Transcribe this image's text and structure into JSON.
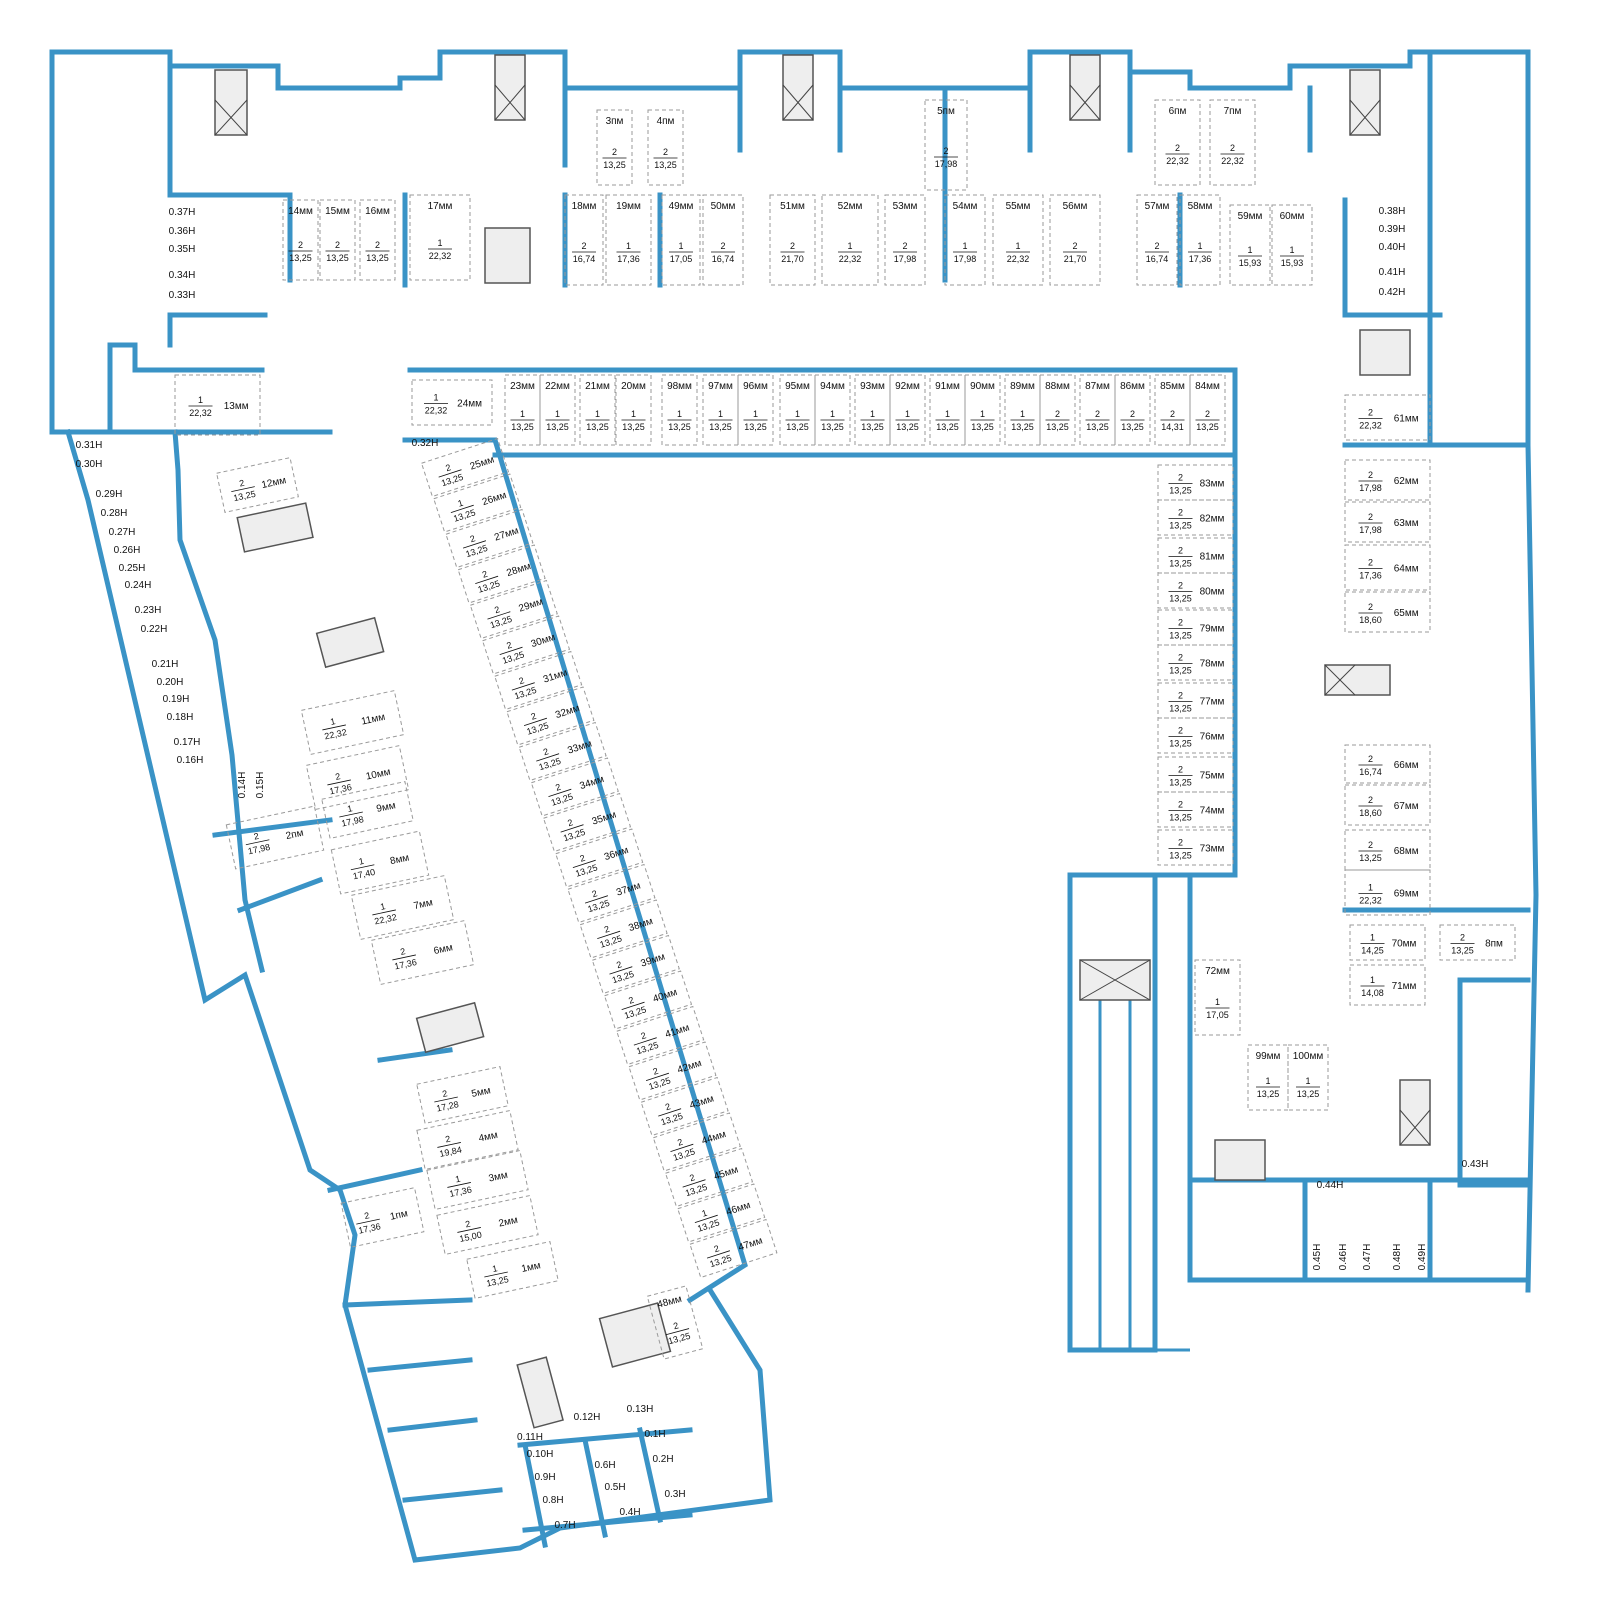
{
  "colors": {
    "wall": "#3a93c6",
    "stall_outline": "#9a9a9a",
    "text": "#111111"
  },
  "parking_spaces": [
    {
      "id": "3пм",
      "floor": "2",
      "area": "13,25"
    },
    {
      "id": "4пм",
      "floor": "2",
      "area": "13,25"
    },
    {
      "id": "5пм",
      "floor": "2",
      "area": "17,98"
    },
    {
      "id": "6пм",
      "floor": "2",
      "area": "22,32"
    },
    {
      "id": "7пм",
      "floor": "2",
      "area": "22,32"
    },
    {
      "id": "14мм",
      "floor": "2",
      "area": "13,25"
    },
    {
      "id": "15мм",
      "floor": "2",
      "area": "13,25"
    },
    {
      "id": "16мм",
      "floor": "2",
      "area": "13,25"
    },
    {
      "id": "17мм",
      "floor": "1",
      "area": "22,32"
    },
    {
      "id": "18мм",
      "floor": "2",
      "area": "16,74"
    },
    {
      "id": "19мм",
      "floor": "1",
      "area": "17,36"
    },
    {
      "id": "49мм",
      "floor": "1",
      "area": "17,05"
    },
    {
      "id": "50мм",
      "floor": "2",
      "area": "16,74"
    },
    {
      "id": "51мм",
      "floor": "2",
      "area": "21,70"
    },
    {
      "id": "52мм",
      "floor": "1",
      "area": "22,32"
    },
    {
      "id": "53мм",
      "floor": "2",
      "area": "17,98"
    },
    {
      "id": "54мм",
      "floor": "1",
      "area": "17,98"
    },
    {
      "id": "55мм",
      "floor": "1",
      "area": "22,32"
    },
    {
      "id": "56мм",
      "floor": "2",
      "area": "21,70"
    },
    {
      "id": "57мм",
      "floor": "2",
      "area": "16,74"
    },
    {
      "id": "58мм",
      "floor": "1",
      "area": "17,36"
    },
    {
      "id": "59мм",
      "floor": "1",
      "area": "15,93"
    },
    {
      "id": "60мм",
      "floor": "1",
      "area": "15,93"
    },
    {
      "id": "13мм",
      "floor": "1",
      "area": "22,32"
    },
    {
      "id": "24мм",
      "floor": "1",
      "area": "22,32"
    },
    {
      "id": "23мм",
      "floor": "1",
      "area": "13,25"
    },
    {
      "id": "22мм",
      "floor": "1",
      "area": "13,25"
    },
    {
      "id": "21мм",
      "floor": "1",
      "area": "13,25"
    },
    {
      "id": "20мм",
      "floor": "1",
      "area": "13,25"
    },
    {
      "id": "98мм",
      "floor": "1",
      "area": "13,25"
    },
    {
      "id": "97мм",
      "floor": "1",
      "area": "13,25"
    },
    {
      "id": "96мм",
      "floor": "1",
      "area": "13,25"
    },
    {
      "id": "95мм",
      "floor": "1",
      "area": "13,25"
    },
    {
      "id": "94мм",
      "floor": "1",
      "area": "13,25"
    },
    {
      "id": "93мм",
      "floor": "1",
      "area": "13,25"
    },
    {
      "id": "92мм",
      "floor": "1",
      "area": "13,25"
    },
    {
      "id": "91мм",
      "floor": "1",
      "area": "13,25"
    },
    {
      "id": "90мм",
      "floor": "1",
      "area": "13,25"
    },
    {
      "id": "89мм",
      "floor": "1",
      "area": "13,25"
    },
    {
      "id": "88мм",
      "floor": "2",
      "area": "13,25"
    },
    {
      "id": "87мм",
      "floor": "2",
      "area": "13,25"
    },
    {
      "id": "86мм",
      "floor": "2",
      "area": "13,25"
    },
    {
      "id": "85мм",
      "floor": "2",
      "area": "14,31"
    },
    {
      "id": "84мм",
      "floor": "2",
      "area": "13,25"
    },
    {
      "id": "61мм",
      "floor": "2",
      "area": "22,32"
    },
    {
      "id": "62мм",
      "floor": "2",
      "area": "17,98"
    },
    {
      "id": "63мм",
      "floor": "2",
      "area": "17,98"
    },
    {
      "id": "64мм",
      "floor": "2",
      "area": "17,36"
    },
    {
      "id": "65мм",
      "floor": "2",
      "area": "18,60"
    },
    {
      "id": "66мм",
      "floor": "2",
      "area": "16,74"
    },
    {
      "id": "67мм",
      "floor": "2",
      "area": "18,60"
    },
    {
      "id": "68мм",
      "floor": "2",
      "area": "13,25"
    },
    {
      "id": "69мм",
      "floor": "1",
      "area": "22,32"
    },
    {
      "id": "70мм",
      "floor": "1",
      "area": "14,25"
    },
    {
      "id": "8пм",
      "floor": "2",
      "area": "13,25"
    },
    {
      "id": "71мм",
      "floor": "1",
      "area": "14,08"
    },
    {
      "id": "72мм",
      "floor": "1",
      "area": "17,05"
    },
    {
      "id": "99мм",
      "floor": "1",
      "area": "13,25"
    },
    {
      "id": "100мм",
      "floor": "1",
      "area": "13,25"
    },
    {
      "id": "83мм",
      "floor": "2",
      "area": "13,25"
    },
    {
      "id": "82мм",
      "floor": "2",
      "area": "13,25"
    },
    {
      "id": "81мм",
      "floor": "2",
      "area": "13,25"
    },
    {
      "id": "80мм",
      "floor": "2",
      "area": "13,25"
    },
    {
      "id": "79мм",
      "floor": "2",
      "area": "13,25"
    },
    {
      "id": "78мм",
      "floor": "2",
      "area": "13,25"
    },
    {
      "id": "77мм",
      "floor": "2",
      "area": "13,25"
    },
    {
      "id": "76мм",
      "floor": "2",
      "area": "13,25"
    },
    {
      "id": "75мм",
      "floor": "2",
      "area": "13,25"
    },
    {
      "id": "74мм",
      "floor": "2",
      "area": "13,25"
    },
    {
      "id": "73мм",
      "floor": "2",
      "area": "13,25"
    },
    {
      "id": "12мм",
      "floor": "2",
      "area": "13,25"
    },
    {
      "id": "11мм",
      "floor": "1",
      "area": "22,32"
    },
    {
      "id": "10мм",
      "floor": "2",
      "area": "17,36"
    },
    {
      "id": "9мм",
      "floor": "1",
      "area": "17,98"
    },
    {
      "id": "2пм",
      "floor": "2",
      "area": "17,98"
    },
    {
      "id": "8мм",
      "floor": "1",
      "area": "17,40"
    },
    {
      "id": "7мм",
      "floor": "1",
      "area": "22,32"
    },
    {
      "id": "6мм",
      "floor": "2",
      "area": "17,36"
    },
    {
      "id": "5мм",
      "floor": "2",
      "area": "17,28"
    },
    {
      "id": "4мм",
      "floor": "2",
      "area": "19,84"
    },
    {
      "id": "3мм",
      "floor": "1",
      "area": "17,36"
    },
    {
      "id": "1пм",
      "floor": "2",
      "area": "17,36"
    },
    {
      "id": "2мм",
      "floor": "2",
      "area": "15,00"
    },
    {
      "id": "1мм",
      "floor": "1",
      "area": "13,25"
    },
    {
      "id": "25мм",
      "floor": "2",
      "area": "13,25"
    },
    {
      "id": "26мм",
      "floor": "1",
      "area": "13,25"
    },
    {
      "id": "27мм",
      "floor": "2",
      "area": "13,25"
    },
    {
      "id": "28мм",
      "floor": "2",
      "area": "13,25"
    },
    {
      "id": "29мм",
      "floor": "2",
      "area": "13,25"
    },
    {
      "id": "30мм",
      "floor": "2",
      "area": "13,25"
    },
    {
      "id": "31мм",
      "floor": "2",
      "area": "13,25"
    },
    {
      "id": "32мм",
      "floor": "2",
      "area": "13,25"
    },
    {
      "id": "33мм",
      "floor": "2",
      "area": "13,25"
    },
    {
      "id": "34мм",
      "floor": "2",
      "area": "13,25"
    },
    {
      "id": "35мм",
      "floor": "2",
      "area": "13,25"
    },
    {
      "id": "36мм",
      "floor": "2",
      "area": "13,25"
    },
    {
      "id": "37мм",
      "floor": "2",
      "area": "13,25"
    },
    {
      "id": "38мм",
      "floor": "2",
      "area": "13,25"
    },
    {
      "id": "39мм",
      "floor": "2",
      "area": "13,25"
    },
    {
      "id": "40мм",
      "floor": "2",
      "area": "13,25"
    },
    {
      "id": "41мм",
      "floor": "2",
      "area": "13,25"
    },
    {
      "id": "42мм",
      "floor": "2",
      "area": "13,25"
    },
    {
      "id": "43мм",
      "floor": "2",
      "area": "13,25"
    },
    {
      "id": "44мм",
      "floor": "2",
      "area": "13,25"
    },
    {
      "id": "45мм",
      "floor": "2",
      "area": "13,25"
    },
    {
      "id": "46мм",
      "floor": "1",
      "area": "13,25"
    },
    {
      "id": "47мм",
      "floor": "2",
      "area": "13,25"
    },
    {
      "id": "48мм",
      "floor": "2",
      "area": "13,25"
    }
  ],
  "utility_rooms": [
    "0.1Н",
    "0.2Н",
    "0.3Н",
    "0.4Н",
    "0.5Н",
    "0.6Н",
    "0.7Н",
    "0.8Н",
    "0.9Н",
    "0.10Н",
    "0.11Н",
    "0.12Н",
    "0.13Н",
    "0.14Н",
    "0.15Н",
    "0.16Н",
    "0.17Н",
    "0.18Н",
    "0.19Н",
    "0.20Н",
    "0.21Н",
    "0.22Н",
    "0.23Н",
    "0.24Н",
    "0.25Н",
    "0.26Н",
    "0.27Н",
    "0.28Н",
    "0.29Н",
    "0.30Н",
    "0.31Н",
    "0.32Н",
    "0.33Н",
    "0.34Н",
    "0.35Н",
    "0.36Н",
    "0.37Н",
    "0.38Н",
    "0.39Н",
    "0.40Н",
    "0.41Н",
    "0.42Н",
    "0.43Н",
    "0.44Н",
    "0.45Н",
    "0.46Н",
    "0.47Н",
    "0.48Н",
    "0.49Н"
  ]
}
